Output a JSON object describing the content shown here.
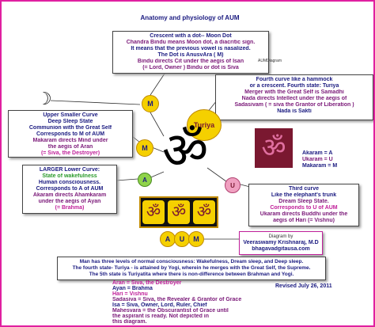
{
  "title": "Anatomy and physiology of AUM",
  "aum_diagram_label": "AUMDiagram",
  "top_box": {
    "lines": [
      "Crescent with a dot-- Moon Dot",
      "Chandra Bindu means Moon dot, a diacritic sign.",
      "It means that the previous vowel is nasalized.",
      "The Dot is AnusvAra ( M)",
      "Bindu directs Cit under the aegis of Isan",
      "(= Lord, Owner ) Bindu or dot is Siva"
    ]
  },
  "fourth_curve_box": {
    "lines": [
      "Fourth curve like a hammock",
      "or a crescent.  Fourth state: Turiya",
      "Merger with the Great Self is Samadhi",
      "Nada directs Intellect under the aegis of",
      "Sadasivam ( = siva the Grantor of Liberation )",
      "Nada is Sakti"
    ]
  },
  "upper_curve_box": {
    "lines": [
      "Upper Smaller Curve",
      "Deep Sleep State",
      "Communion with the Great Self",
      "Corresponds to M of AUM",
      "Makaram directs Mind under",
      "the aegis of Aran",
      "(= Siva, the Destroyer)"
    ]
  },
  "lower_curve_box": {
    "lines": [
      "LARGER Lower Curve:",
      "State of wakefulness",
      "Human consciousness.",
      "Corresponds to A of AUM",
      "Akaram directs Ahamkaram",
      "under the aegis of Ayan",
      "(= Brahma)"
    ]
  },
  "third_curve_box": {
    "lines": [
      "Third curve",
      "Like the elephant's trunk",
      "Dream Sleep State.",
      "Corresponds to U of AUM",
      "Ukaram directs Buddhi under the",
      "aegis of Hari (= Vishnu)"
    ]
  },
  "akaram_box": {
    "lines": [
      "Akaram = A",
      "Ukaram = U",
      "Makaram = M"
    ]
  },
  "credit_box": {
    "lines": [
      "Diagram by",
      "Veeraswamy  Krishnaraj, M.D",
      "bhagavadgitausa.com"
    ]
  },
  "bottom_box": {
    "lines": [
      "Man has three levels of normal consciousness: Wakefulness, Dream sleep, and Deep sleep.",
      "The fourth state- Turiya  - is attained by Yogi, wherein he merges with the Great Self, the Supreme.",
      "The 5th state is Turiyatita where there is non-difference between Brahman and Yogi."
    ]
  },
  "revised": "Revised July 26, 2011",
  "glossary": [
    "Aran = Siva, the Destroyer",
    "Ayan = Brahma",
    "Hari = Vishnu",
    "Sadasiva = Siva, the Revealer & Grantor of Grace",
    "Isa = Siva, Owner, Lord, Ruler, Chief",
    "Mahesvara = the Obscurantist of Grace until",
    "the aspirant is ready.  Not depicted in",
    "this diagram."
  ],
  "circles": {
    "m_top": "M",
    "m_left": "M",
    "a_left": "A",
    "u_right": "U",
    "turiya": "Turiya",
    "row_a": "A",
    "row_u": "U",
    "row_m": "M"
  },
  "glyphs": {
    "om": "ॐ",
    "moon_dot": "☽"
  },
  "colors": {
    "frame": "#e020a0",
    "circle": "#f5d000",
    "maroon": "#7a1830",
    "blue": "#1a1a80"
  }
}
